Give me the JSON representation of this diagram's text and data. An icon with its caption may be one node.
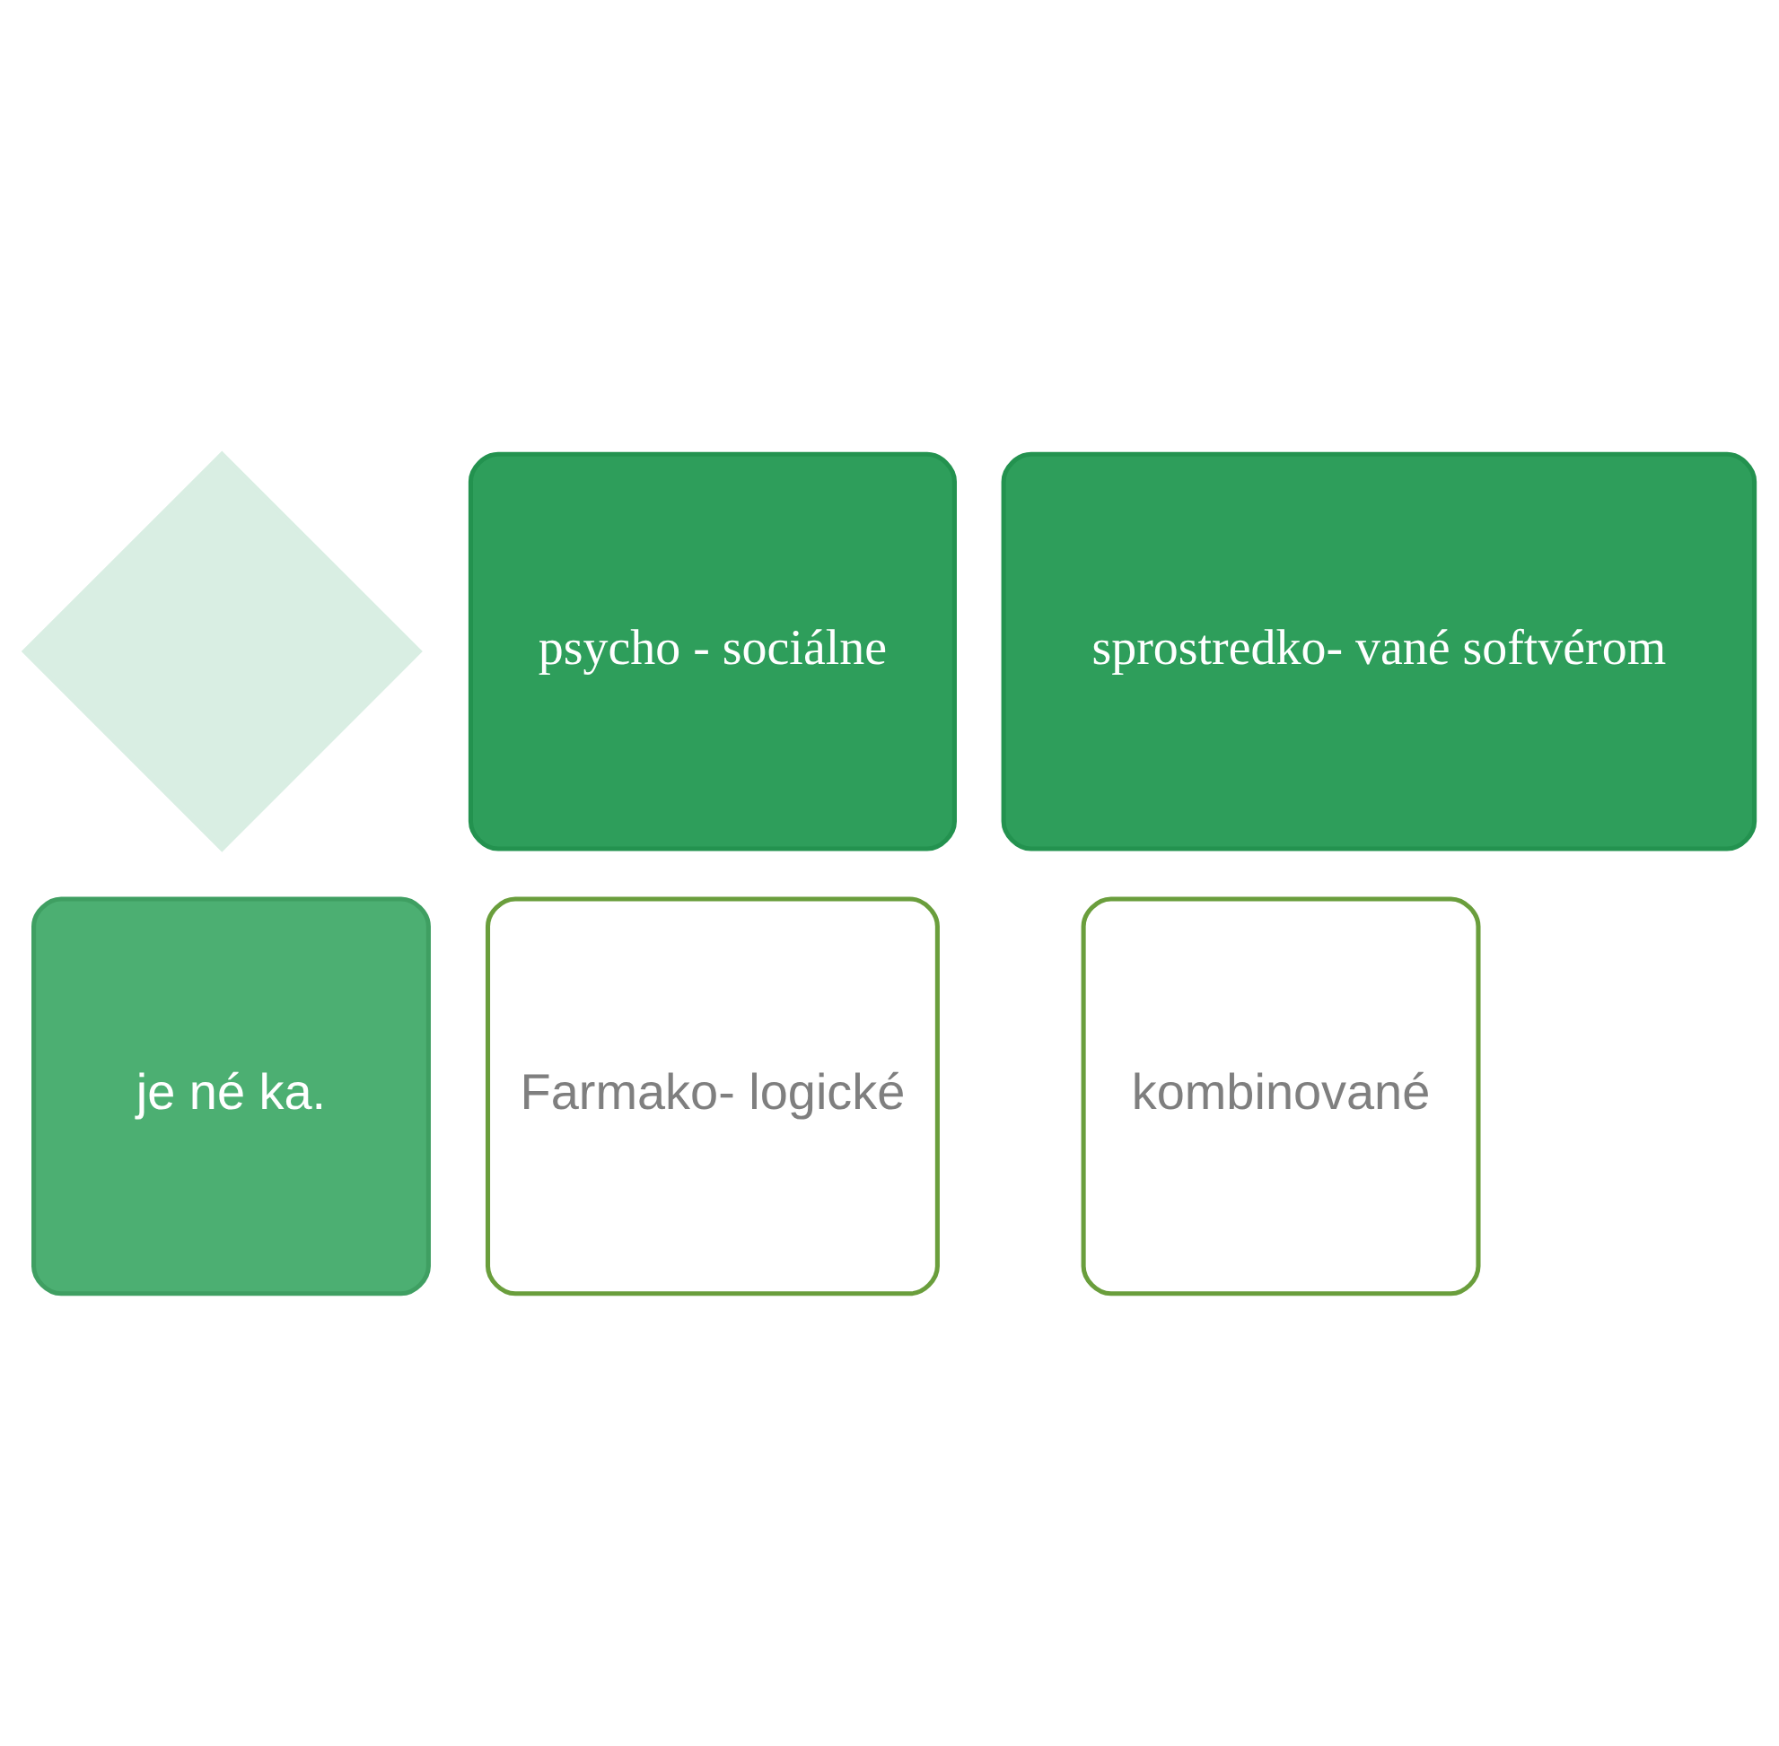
{
  "diagram": {
    "nodes": [
      {
        "text": [],
        "shape": "diamond"
      },
      {
        "text": [
          "psycho - sociálne"
        ]
      },
      {
        "text": [
          "sprostredko- vané softvérom"
        ]
      },
      {
        "text": [
          "Farmako- logické"
        ]
      },
      {
        "text": [
          "kombinované"
        ]
      },
      {
        "text": [
          "je né ka."
        ]
      }
    ]
  }
}
